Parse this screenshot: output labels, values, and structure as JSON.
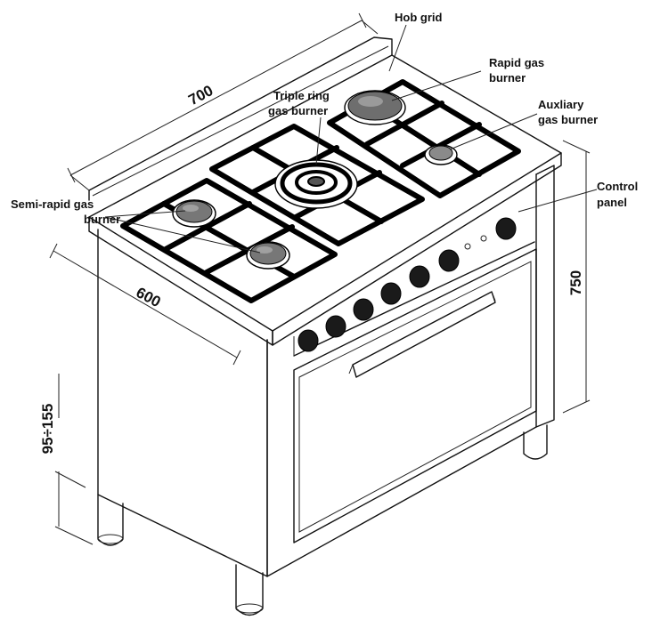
{
  "labels": {
    "hob_grid": "Hob grid",
    "rapid_line1": "Rapid gas",
    "rapid_line2": "burner",
    "triple_line1": "Triple ring",
    "triple_line2": "gas burner",
    "aux_line1": "Auxliary",
    "aux_line2": "gas burner",
    "control_line1": "Control",
    "control_line2": "panel",
    "semi_line1": "Semi-rapid gas",
    "semi_line2": "burner"
  },
  "dimensions": {
    "width": "700",
    "depth": "600",
    "height": "750",
    "leg_height": "95÷155"
  }
}
